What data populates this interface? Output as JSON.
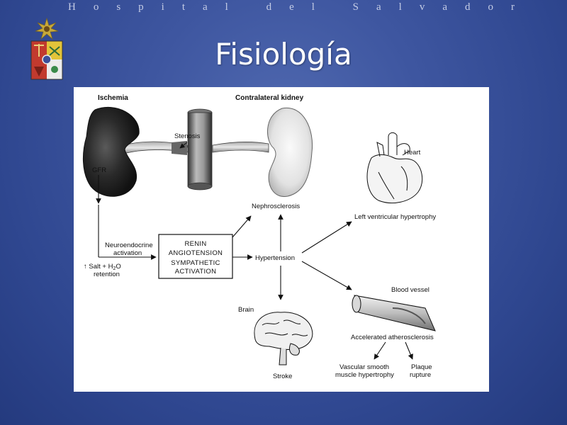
{
  "header": {
    "institution": "Hospital del Salvador",
    "title": "Fisiología"
  },
  "figure": {
    "ischemia": "Ischemia",
    "contralateral_kidney": "Contralateral kidney",
    "stenosis": "Stenosis",
    "gfr": "GFR",
    "neuroendocrine_1": "Neuroendocrine",
    "neuroendocrine_2": "activation",
    "salt_1": "↑ Salt + H",
    "salt_sub": "2",
    "salt_o": "O",
    "salt_2": "retention",
    "box_line1": "RENIN",
    "box_line2": "ANGIOTENSION",
    "box_line3": "SYMPATHETIC",
    "box_line4": "ACTIVATION",
    "nephrosclerosis": "Nephrosclerosis",
    "hypertension": "Hypertension",
    "heart": "Heart",
    "lvh": "Left ventricular hypertrophy",
    "blood_vessel": "Blood vessel",
    "accelerated": "Accelerated atherosclerosis",
    "vascular_1": "Vascular smooth",
    "vascular_2": "muscle hypertrophy",
    "plaque_1": "Plaque",
    "plaque_2": "rupture",
    "brain": "Brain",
    "stroke": "Stroke"
  },
  "colors": {
    "background": "#3e56a0",
    "title": "#ffffff",
    "institution": "#c5cde6"
  }
}
